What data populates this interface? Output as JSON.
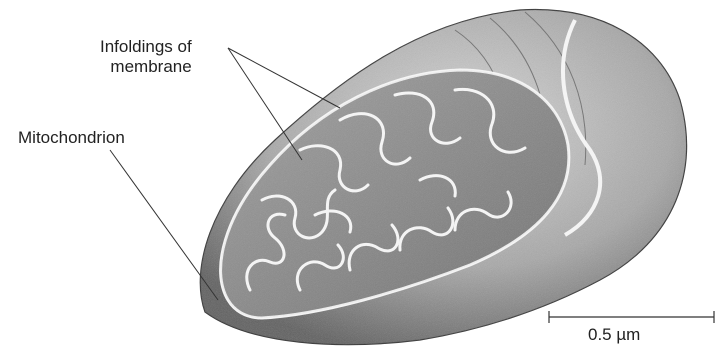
{
  "labels": {
    "infoldings_line1": "Infoldings of",
    "infoldings_line2": "membrane",
    "mitochondrion": "Mitochondrion",
    "scale_bar": "0.5 µm"
  },
  "colors": {
    "outer_shell": "#b9b9b9",
    "inner_surface": "#8f8f8f",
    "membrane_outline": "#f4f4f4",
    "leader_line": "#333333",
    "background": "#ffffff"
  }
}
